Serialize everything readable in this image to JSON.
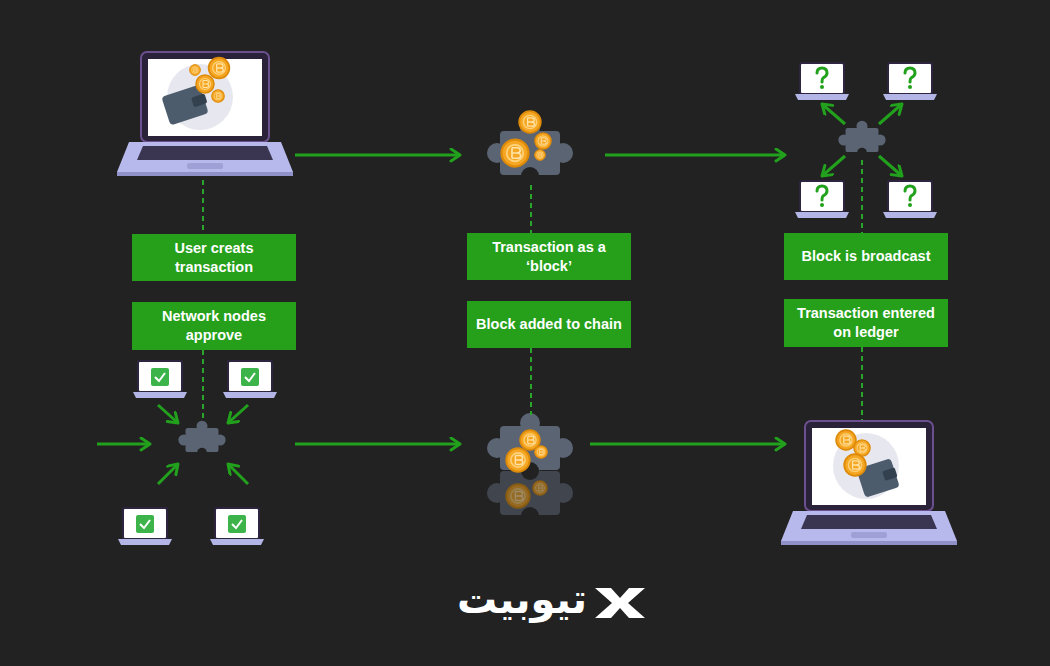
{
  "diagram": {
    "nodes": [
      {
        "text": [
          "User creats transaction"
        ]
      },
      {
        "text": [
          "Transaction as a ‘block’"
        ]
      },
      {
        "text": [
          "Block is broadcast"
        ]
      },
      {
        "text": [
          "Network nodes approve"
        ]
      },
      {
        "text": [
          "Block added to chain"
        ]
      },
      {
        "text": [
          "Transaction entered on ledger"
        ]
      }
    ],
    "labels": [
      "تیوبیت"
    ]
  }
}
